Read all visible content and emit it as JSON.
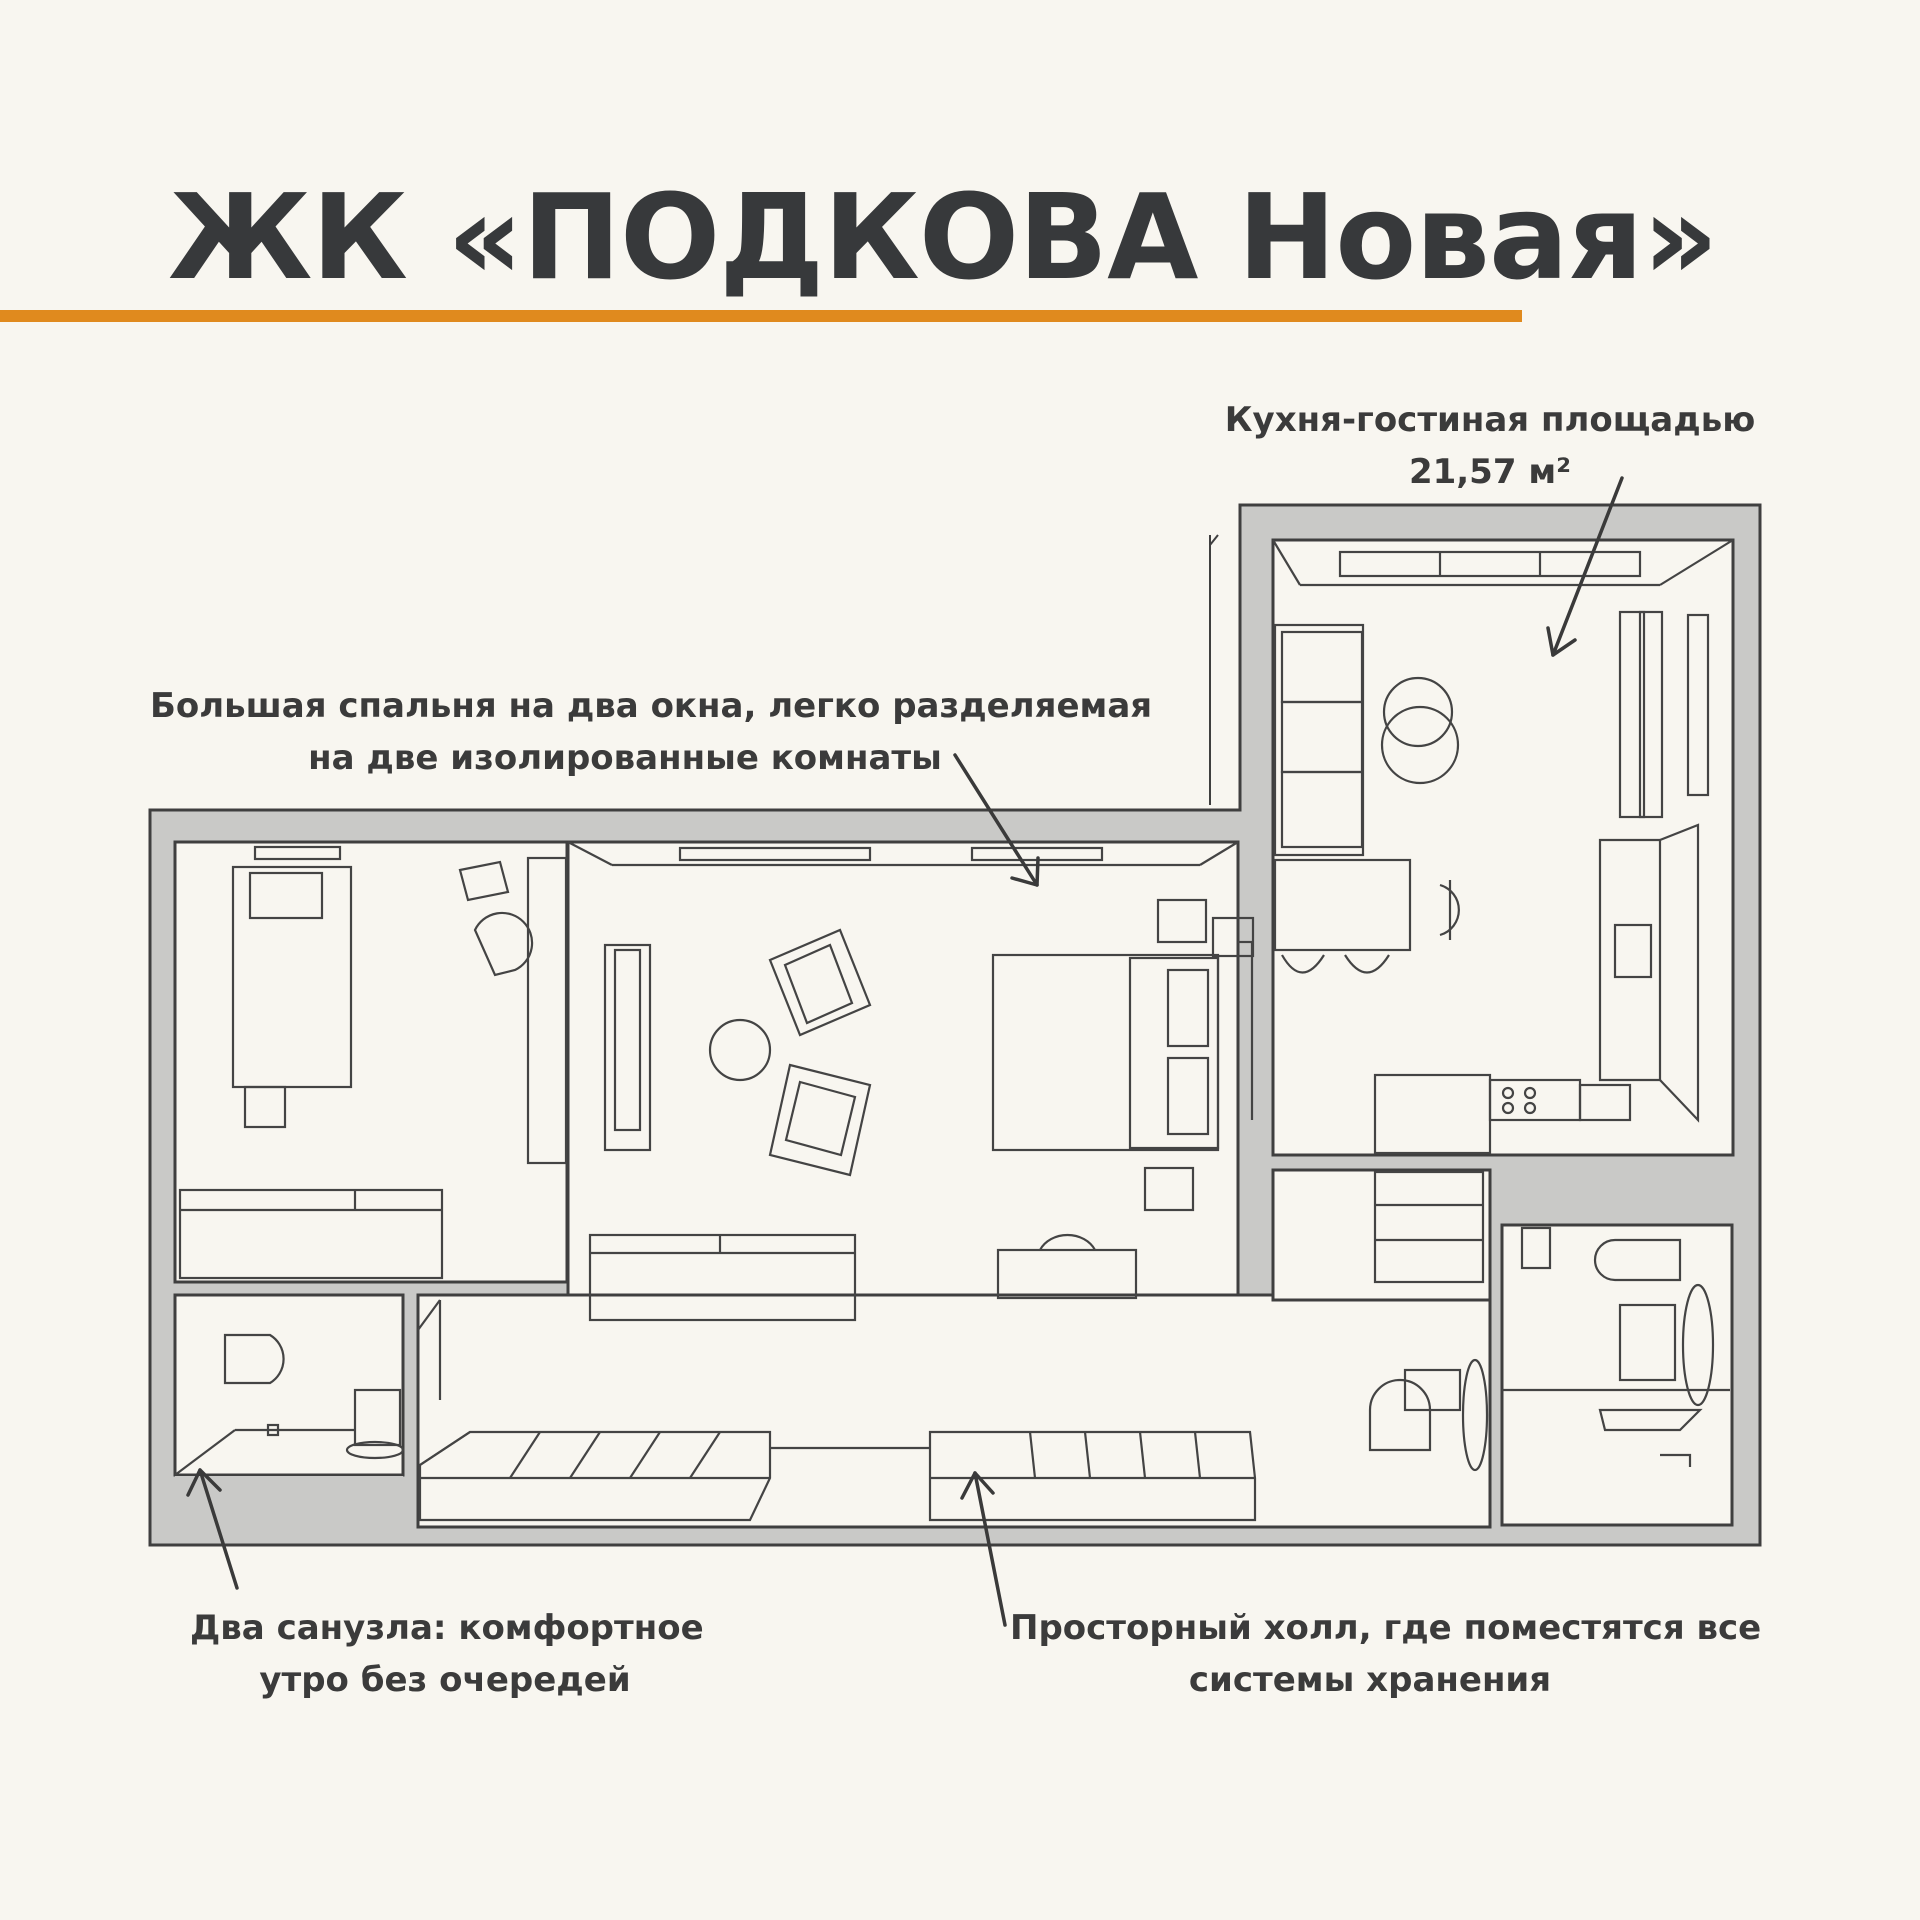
{
  "title": "ЖК «ПОДКОВА Новая»",
  "colors": {
    "background": "#f8f6f0",
    "accent_rule": "#e08a1e",
    "wall_fill": "#c9c9c7",
    "line": "#3f3f3f",
    "text": "#3b3b3b"
  },
  "annotations": {
    "kitchen": {
      "line1": "Кухня-гостиная площадью",
      "line2": "21,57 м²"
    },
    "bedroom": {
      "line1": "Большая спальня на два окна, легко разделяемая",
      "line2": "на две изолированные комнаты"
    },
    "bathrooms": {
      "line1": "Два санузла: комфортное",
      "line2": "утро без очередей"
    },
    "hall": {
      "line1": "Просторный холл, где поместятся все",
      "line2": "системы хранения"
    }
  },
  "icons": [
    "arrow-icon"
  ]
}
